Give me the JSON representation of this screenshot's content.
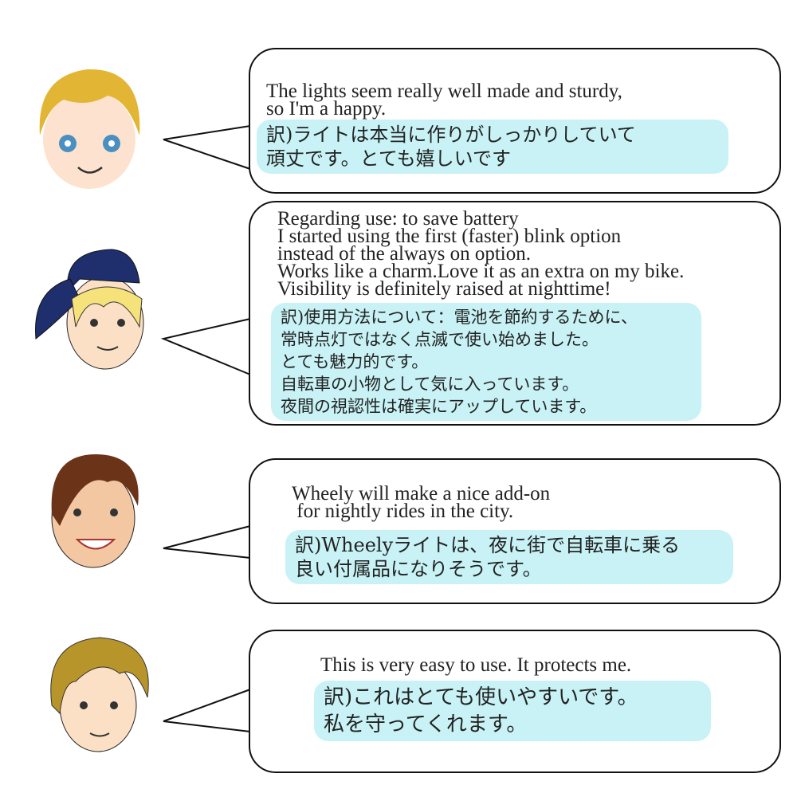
{
  "reviews": [
    {
      "en": "The lights seem really well made and sturdy,\nso I'm a happy.",
      "jp": "訳)ライトは本当に作りがしっかりしていて\n頑丈です。とても嬉しいです"
    },
    {
      "en": "Regarding use: to save battery\nI started using the first (faster) blink option\ninstead of the always on option.\nWorks like a charm.Love it as an extra on my bike.\nVisibility is definitely raised at nighttime!",
      "jp": "訳)使用方法について：電池を節約するために、\n常時点灯ではなく点滅で使い始めました。\nとても魅力的です。\n自転車の小物として気に入っています。\n夜間の視認性は確実にアップしています。"
    },
    {
      "en": "Wheely will make a nice add-on\n for nightly rides in the city.",
      "jp": "訳)Wheelyライトは、夜に街で自転車に乗る\n良い付属品になりそうです。"
    },
    {
      "en": "This is very easy to use. It protects me.",
      "jp": "訳)これはとても使いやすいです。\n私を守ってくれます。"
    }
  ],
  "colors": {
    "highlight": "#c8f2f5",
    "outline": "#111111"
  }
}
